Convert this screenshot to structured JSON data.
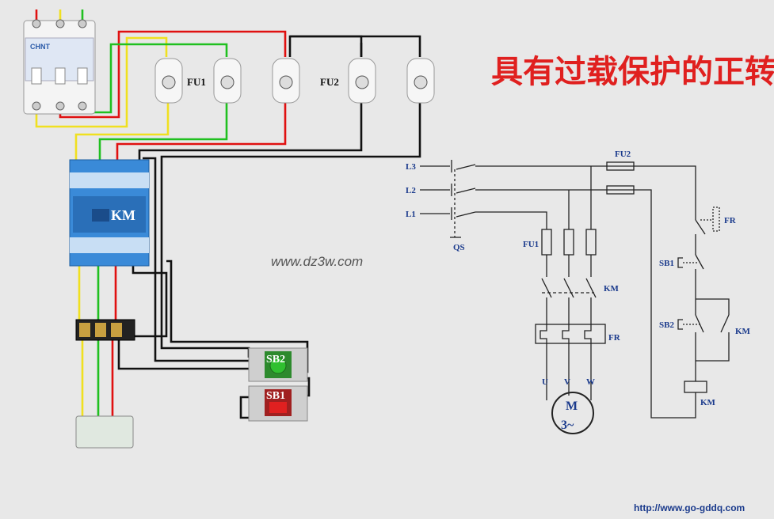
{
  "title": "具有过载保护的正转控制",
  "watermark": "www.dz3w.com",
  "footer_url": "http://www.go-gddq.com",
  "wiring": {
    "fu1_label": "FU1",
    "fu2_label": "FU2",
    "contactor_label": "KM",
    "breaker_brand": "CHNT",
    "sb2_label": "SB2",
    "sb1_label": "SB1"
  },
  "schematic": {
    "lines": [
      "L3",
      "L2",
      "L1"
    ],
    "qs": "QS",
    "fu1": "FU1",
    "fu2": "FU2",
    "km_main": "KM",
    "fr_main": "FR",
    "fr_ctrl": "FR",
    "sb1": "SB1",
    "sb2": "SB2",
    "km_aux": "KM",
    "km_coil": "KM",
    "phases": [
      "U",
      "V",
      "W"
    ],
    "motor_top": "M",
    "motor_bottom": "3~"
  },
  "colors": {
    "title": "#e0201f",
    "wire_red": "#e01010",
    "wire_green": "#20c020",
    "wire_yellow": "#f0e020",
    "wire_black": "#111111",
    "schematic_blue": "#1a3a8c",
    "contactor_blue": "#2a7ad0"
  }
}
